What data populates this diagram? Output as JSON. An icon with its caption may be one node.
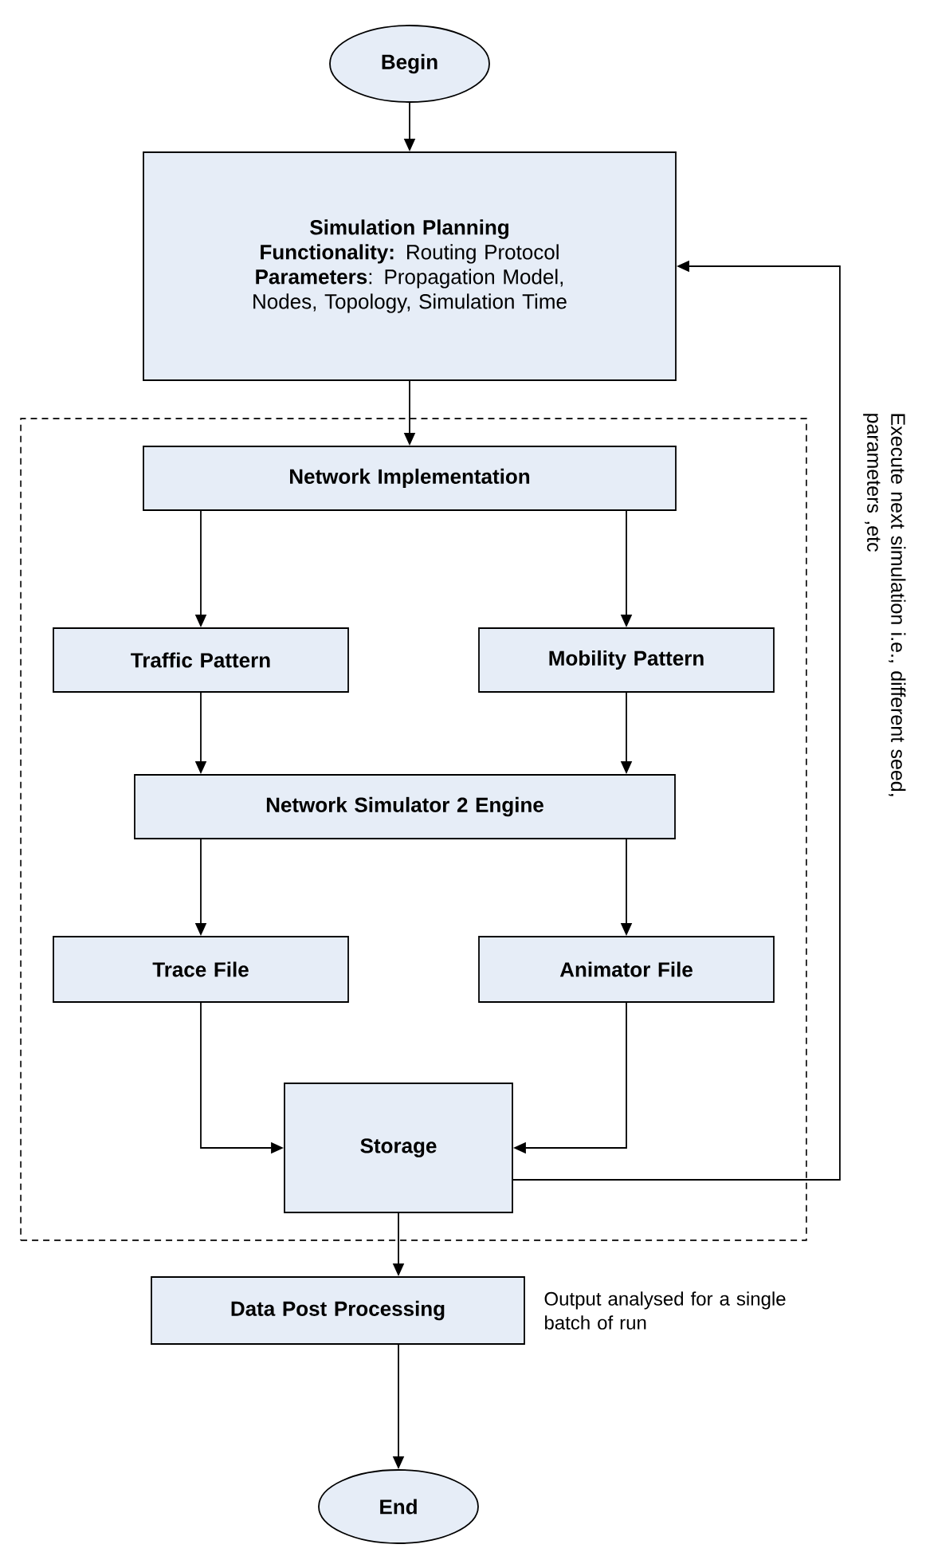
{
  "diagram": {
    "nodes": [
      {
        "text": [
          "Begin"
        ]
      },
      {
        "text": [
          "Simulation Planning",
          "**Functionality:** Routing Protocol",
          "**Parameters**: Propagation Model, Nodes, Topology, Simulation Time"
        ]
      },
      {
        "text": [],
        "shape": "box"
      },
      {
        "text": [
          "Network Implementation"
        ],
        "in": 2
      },
      {
        "text": [
          "Traffic Pattern"
        ],
        "in": 2
      },
      {
        "text": [
          "Mobility Pattern"
        ],
        "in": 2
      },
      {
        "text": [
          "Network Simulator 2 Engine"
        ],
        "in": 2
      },
      {
        "text": [
          "Trace File"
        ],
        "in": 2
      },
      {
        "text": [
          "Animator File"
        ],
        "in": 2
      },
      {
        "text": [
          "Storage"
        ],
        "in": 2
      },
      {
        "text": [
          "Data Post Processing"
        ],
        "beside": [
          "Output analysed for a single batch of run"
        ]
      },
      {
        "text": [
          "End"
        ]
      }
    ],
    "edges": [
      {
        "from": 0,
        "to": 1,
        "arrow": "to"
      },
      {
        "from": 1,
        "to": 3,
        "arrow": "to"
      },
      {
        "from": 3,
        "to": 4,
        "arrow": "to"
      },
      {
        "from": 3,
        "to": 5,
        "arrow": "to"
      },
      {
        "from": 4,
        "to": 6,
        "arrow": "to"
      },
      {
        "from": 5,
        "to": 6,
        "arrow": "to"
      },
      {
        "from": 6,
        "to": 7,
        "arrow": "to"
      },
      {
        "from": 6,
        "to": 8,
        "arrow": "to"
      },
      {
        "from": 7,
        "to": 9,
        "arrow": "to"
      },
      {
        "from": 8,
        "to": 9,
        "arrow": "to"
      },
      {
        "from": 9,
        "to": 1,
        "arrow": "to",
        "label": "Execute next simulation i.e., different seed, parameters ,etc"
      },
      {
        "from": 9,
        "to": 10,
        "arrow": "to"
      },
      {
        "from": 10,
        "to": 11,
        "arrow": "to"
      }
    ]
  }
}
